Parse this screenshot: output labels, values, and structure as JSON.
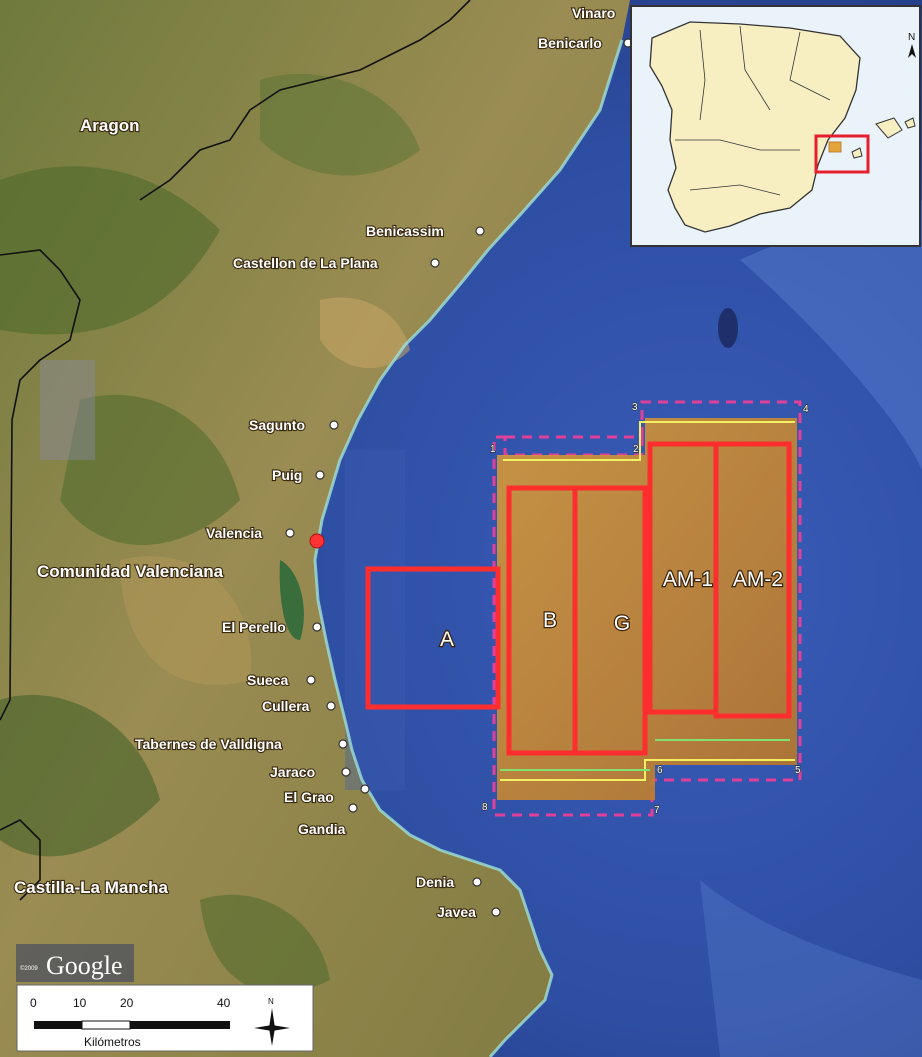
{
  "regions": {
    "aragon": "Aragon",
    "comunidad_valenciana": "Comunidad Valenciana",
    "castilla_la_mancha": "Castilla-La Mancha"
  },
  "cities": {
    "vinaroz": "Vinaro",
    "benicarlo": "Benicarlo",
    "benicassim": "Benicassim",
    "castellon": "Castellon de La Plana",
    "sagunto": "Sagunto",
    "puig": "Puig",
    "valencia": "Valencia",
    "el_perello": "El Perello",
    "sueca": "Sueca",
    "cullera": "Cullera",
    "tabernes": "Tabernes de Valldigna",
    "jaraco": "Jaraco",
    "el_grao": "El Grao",
    "gandia": "Gandia",
    "denia": "Denia",
    "javea": "Javea"
  },
  "blocks": {
    "a": "A",
    "b": "B",
    "g": "G",
    "am1": "AM-1",
    "am2": "AM-2"
  },
  "corners": [
    "1",
    "2",
    "3",
    "4",
    "5",
    "6",
    "7",
    "8"
  ],
  "scale": {
    "ticks": [
      "0",
      "10",
      "20",
      "40"
    ],
    "unit": "Kilómetros",
    "north": "N"
  },
  "logo": {
    "text": "Google",
    "copyright": "©2009"
  },
  "colors": {
    "sea": "#2f4fa8",
    "land": "#8a8a4a",
    "block_fill": "#c98a2a",
    "block_outline": "#ff3030",
    "survey_dash": "#e0409a",
    "inset_land": "#f7eec2",
    "inset_sea": "#eaf3fa"
  }
}
